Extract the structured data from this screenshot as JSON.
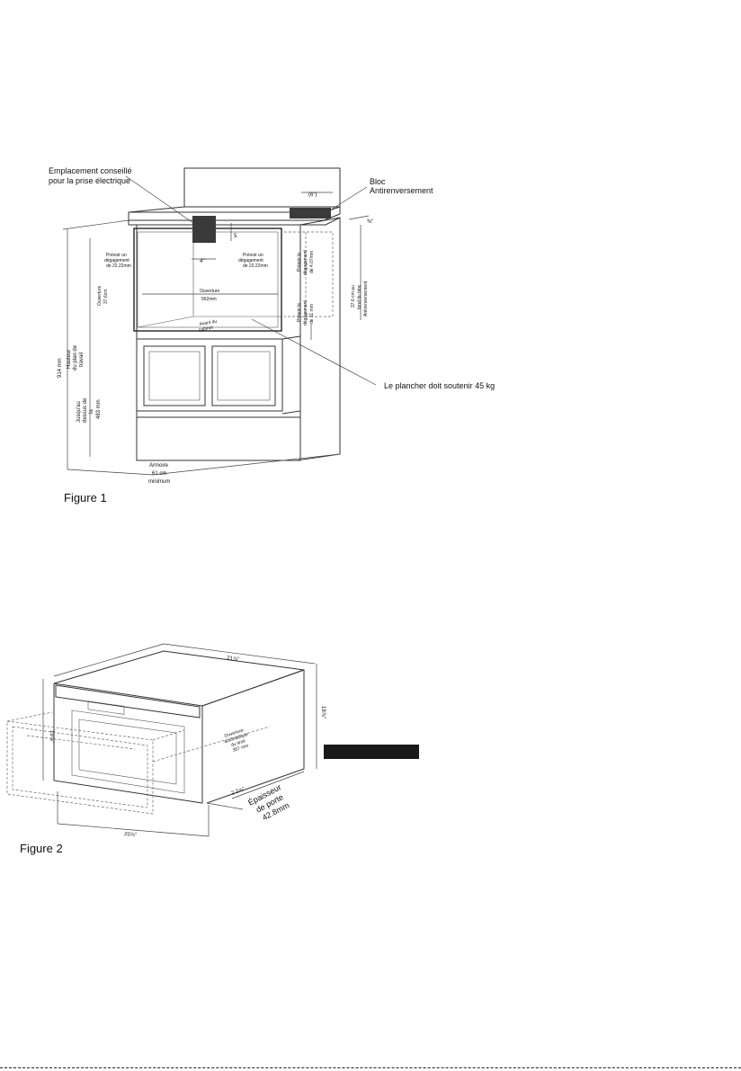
{
  "figure1": {
    "caption": "Figure 1",
    "label_outlet": [
      "Emplacement conseillé",
      "pour la prise électrique"
    ],
    "label_bloc": [
      "Bloc",
      "Antirenversement"
    ],
    "dim_6in": "(6\")",
    "dim_side": "⅜\"",
    "dim_4in": "4\"",
    "dim_5": "5",
    "label_prevoir_left": [
      "Prévoir un",
      "dégagement",
      "de 22.22mm"
    ],
    "label_prevoir_center": [
      "Prévoir un",
      "dégagement",
      "de 22.22mm"
    ],
    "label_prevoir_right_top": [
      "Prévoir le",
      "dégagement",
      "de 4.07mm"
    ],
    "label_prevoir_right_bot": [
      "Prévoir le",
      "dégagement",
      "de 11 mm"
    ],
    "label_ouverture_v": [
      "Ouverture",
      "37.6cm"
    ],
    "label_ouverture_h": [
      "Ouverture",
      "562mm"
    ],
    "label_avant": [
      "Avant du",
      "cabinet"
    ],
    "label_bloc_dist": [
      "37.6 cm au",
      "fond du bloc",
      "Antirenversement"
    ],
    "label_plancher": "Le plancher doit soutenir 45 kg",
    "label_hauteur": [
      "914 mm",
      "Hauteur",
      "du plan de",
      "travail"
    ],
    "label_dessus": [
      "Jusqu'au",
      "dessus de",
      "la",
      "483 mm"
    ],
    "label_armoire": [
      "Armoire",
      "61 cm",
      "minimum"
    ]
  },
  "figure2": {
    "caption": "Figure 2",
    "dim_top": "21⅞\"",
    "dim_left": "19⅞\"",
    "dim_right": "18⅞\"",
    "dim_bottom": "20⅞\"",
    "dim_depth": "2 2⅞\"",
    "label_ouverture": [
      "Ouverture",
      "automatique",
      "du tiroir",
      "357 mm"
    ],
    "label_epaisseur": [
      "Épaisseur",
      "de porte",
      "42.8mm"
    ]
  }
}
